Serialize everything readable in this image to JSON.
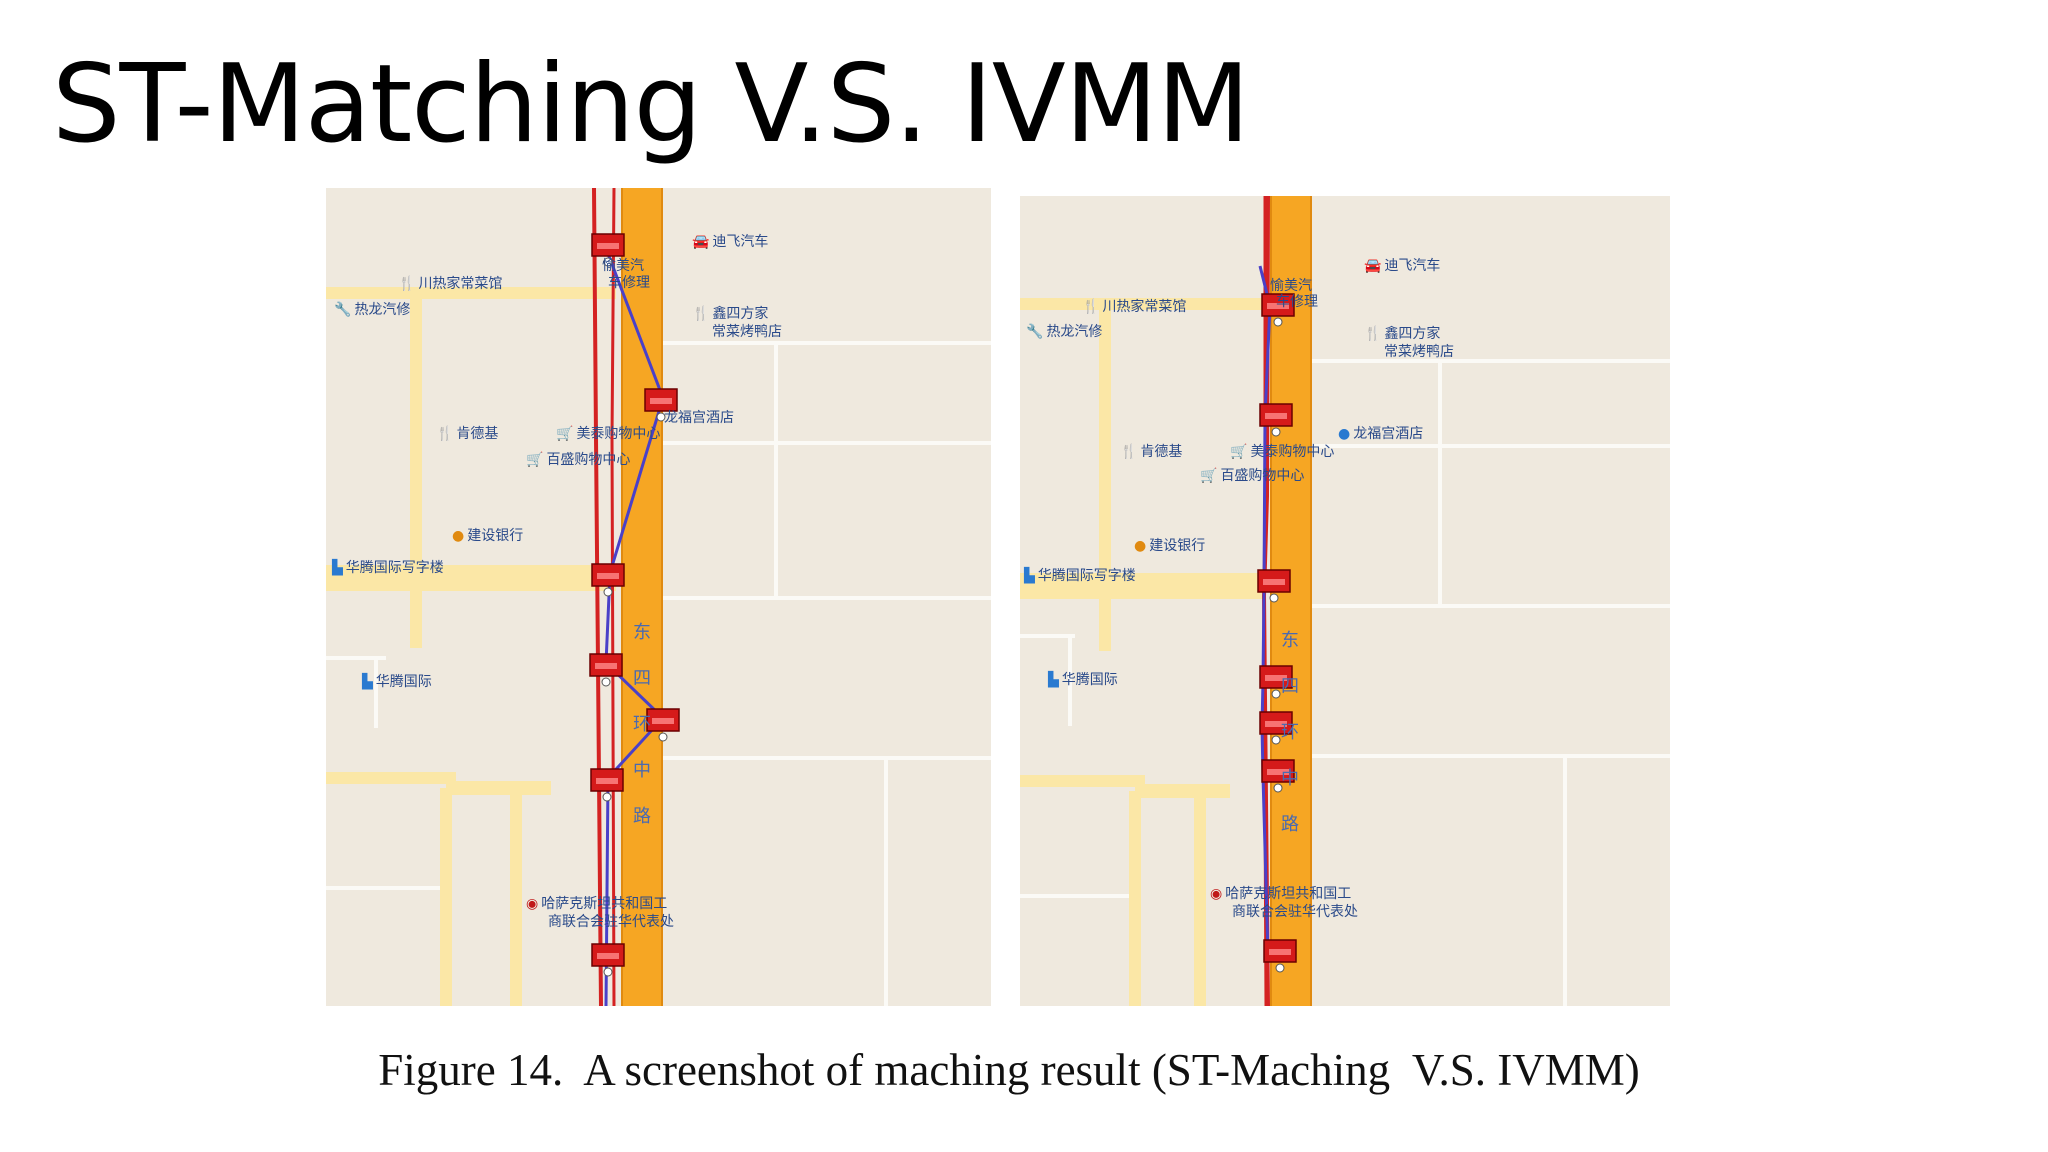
{
  "slide": {
    "title": "ST-Matching V.S. IVMM",
    "caption": "Figure 14.  A screenshot of maching result (ST-Maching  V.S. IVMM)"
  },
  "colors": {
    "background": "#ffffff",
    "map_background": "#efe9de",
    "major_road": "#f6a623",
    "minor_road": "#fbe7a6",
    "street_line": "#fbfaf6",
    "matched_route": "#d42222",
    "gps_trace": "#4a40c8",
    "gps_marker": "#d51a1a",
    "poi_text": "#2a4a8a"
  },
  "maps": [
    {
      "id": "left",
      "labels": [
        {
          "text": "迪飞汽车",
          "icon": "car-icon",
          "symbol": "🚘",
          "color": "#222222"
        },
        {
          "text": "川热家常菜馆",
          "icon": "restaurant-icon",
          "symbol": "🍴",
          "color": "#1a9a8a"
        },
        {
          "text": "热龙汽修",
          "icon": "wrench-icon",
          "symbol": "🔧",
          "color": "#2a4a8a"
        },
        {
          "text": "愉美汽",
          "icon": "",
          "symbol": "",
          "color": "#2a4a8a"
        },
        {
          "text": "车修理",
          "icon": "",
          "symbol": "",
          "color": "#2a4a8a"
        },
        {
          "text": "鑫四方家",
          "icon": "restaurant-icon",
          "symbol": "🍴",
          "color": "#1a9a8a"
        },
        {
          "text": "常菜烤鸭店",
          "icon": "",
          "symbol": "",
          "color": "#2a4a8a"
        },
        {
          "text": "龙福宫酒店",
          "icon": "",
          "symbol": "",
          "color": "#2a4a8a"
        },
        {
          "text": "肯德基",
          "icon": "restaurant-icon",
          "symbol": "🍴",
          "color": "#1a9a8a"
        },
        {
          "text": "美泰购物中心",
          "icon": "shopping-icon",
          "symbol": "🛒",
          "color": "#d07a10"
        },
        {
          "text": "百盛购物中心",
          "icon": "shopping-icon",
          "symbol": "🛒",
          "color": "#d07a10"
        },
        {
          "text": "建设银行",
          "icon": "bank-icon",
          "symbol": "●",
          "color": "#e08a10"
        },
        {
          "text": "华腾国际写字楼",
          "icon": "building-icon",
          "symbol": "▙",
          "color": "#2a7ad0"
        },
        {
          "text": "华腾国际",
          "icon": "building-icon",
          "symbol": "▙",
          "color": "#2a7ad0"
        },
        {
          "text": "哈萨克斯坦共和国工",
          "icon": "embassy-icon",
          "symbol": "◉",
          "color": "#c01818"
        },
        {
          "text": "商联合会驻华代表处",
          "icon": "",
          "symbol": "",
          "color": "#2a4a8a"
        }
      ],
      "road_name": [
        "东",
        "四",
        "环",
        "中",
        "路"
      ]
    },
    {
      "id": "right",
      "labels": [
        {
          "text": "迪飞汽车",
          "icon": "car-icon",
          "symbol": "🚘",
          "color": "#222222"
        },
        {
          "text": "川热家常菜馆",
          "icon": "restaurant-icon",
          "symbol": "🍴",
          "color": "#1a9a8a"
        },
        {
          "text": "热龙汽修",
          "icon": "wrench-icon",
          "symbol": "🔧",
          "color": "#2a4a8a"
        },
        {
          "text": "愉美汽",
          "icon": "",
          "symbol": "",
          "color": "#2a4a8a"
        },
        {
          "text": "车修理",
          "icon": "",
          "symbol": "",
          "color": "#2a4a8a"
        },
        {
          "text": "鑫四方家",
          "icon": "restaurant-icon",
          "symbol": "🍴",
          "color": "#1a9a8a"
        },
        {
          "text": "常菜烤鸭店",
          "icon": "",
          "symbol": "",
          "color": "#2a4a8a"
        },
        {
          "text": "龙福宫酒店",
          "icon": "hotel-icon",
          "symbol": "●",
          "color": "#2a7ad0"
        },
        {
          "text": "肯德基",
          "icon": "restaurant-icon",
          "symbol": "🍴",
          "color": "#1a9a8a"
        },
        {
          "text": "美泰购物中心",
          "icon": "shopping-icon",
          "symbol": "🛒",
          "color": "#d07a10"
        },
        {
          "text": "百盛购物中心",
          "icon": "shopping-icon",
          "symbol": "🛒",
          "color": "#d07a10"
        },
        {
          "text": "建设银行",
          "icon": "bank-icon",
          "symbol": "●",
          "color": "#e08a10"
        },
        {
          "text": "华腾国际写字楼",
          "icon": "building-icon",
          "symbol": "▙",
          "color": "#2a7ad0"
        },
        {
          "text": "华腾国际",
          "icon": "building-icon",
          "symbol": "▙",
          "color": "#2a7ad0"
        },
        {
          "text": "哈萨克斯坦共和国工",
          "icon": "embassy-icon",
          "symbol": "◉",
          "color": "#c01818"
        },
        {
          "text": "商联合会驻华代表处",
          "icon": "",
          "symbol": "",
          "color": "#2a4a8a"
        }
      ],
      "road_name": [
        "东",
        "四",
        "环",
        "中",
        "路"
      ]
    }
  ]
}
